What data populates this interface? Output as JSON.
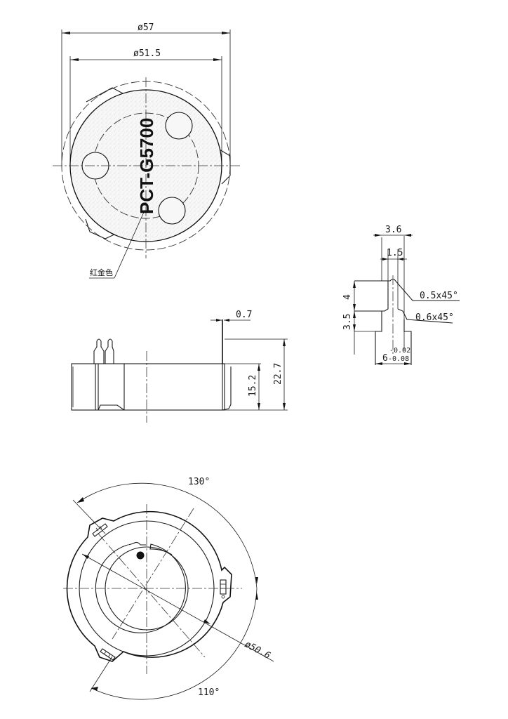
{
  "drawing": {
    "part_number": "PCT-G5700",
    "color_note": "红金色",
    "top_view": {
      "outer_diameter_label": "ø57",
      "inner_diameter_label": "ø51.5"
    },
    "side_view": {
      "pin_thickness_label": "0.7",
      "body_height_label": "15.2",
      "total_height_label": "22.7"
    },
    "pin_detail": {
      "width_top_label": "3.6",
      "width_inner_label": "1.5",
      "height_upper_label": "4",
      "height_lower_label": "3.5",
      "chamfer_upper_label": "0.5x45°",
      "chamfer_lower_label": "0.6x45°",
      "base_width_label": "6",
      "tol_upper": "-0.02",
      "tol_lower": "-0.08"
    },
    "bottom_view": {
      "angle_top_label": "130°",
      "angle_bottom_label": "110°",
      "diameter_label": "ø50.6"
    }
  }
}
